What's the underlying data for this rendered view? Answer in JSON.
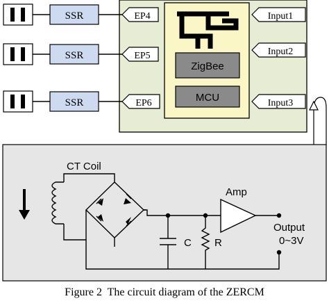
{
  "sockets": [
    {
      "ssr": "SSR",
      "port": "EP4"
    },
    {
      "ssr": "SSR",
      "port": "EP5"
    },
    {
      "ssr": "SSR",
      "port": "EP6"
    }
  ],
  "module": {
    "zigbee": "ZigBee",
    "mcu": "MCU",
    "inputs": [
      "Input1",
      "Input2",
      "Input3"
    ]
  },
  "circuit": {
    "coil_label": "CT Coil",
    "amp_label": "Amp",
    "cap_label": "C",
    "res_label": "R",
    "output_label": "Output",
    "output_range": "0~3V"
  },
  "caption": "Figure 2  The circuit diagram of the ZERCM",
  "colors": {
    "board_fill": "#e7ecd5",
    "ssr_fill": "#cddaf0",
    "module_fill": "#fbf6c6",
    "chip_fill": "#8a8a8a",
    "circuit_fill": "#e6e6e6"
  }
}
